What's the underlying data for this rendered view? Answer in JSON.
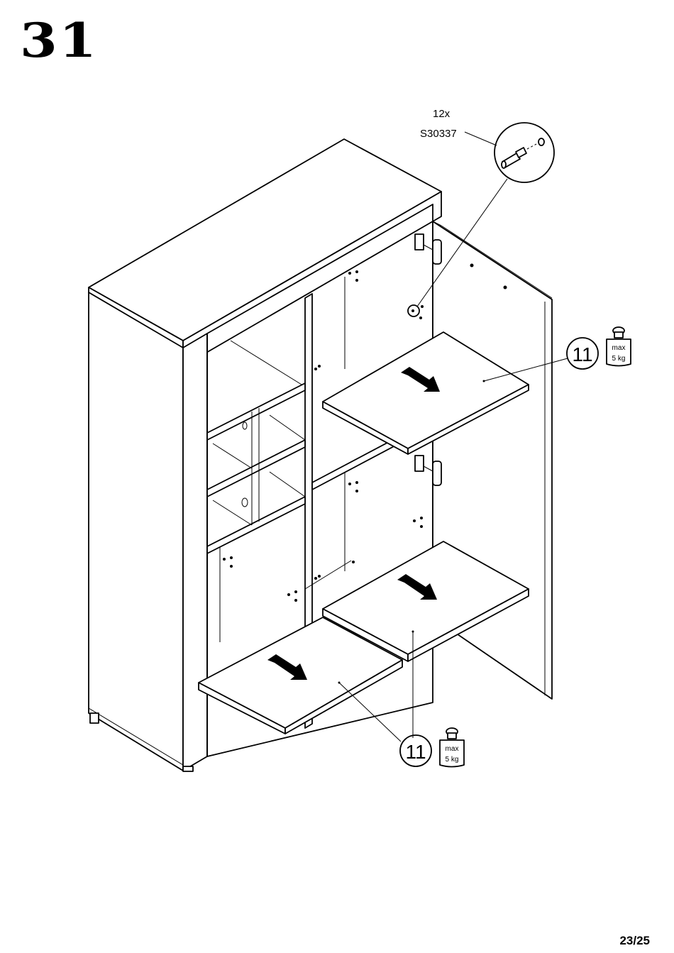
{
  "header": {
    "step_number": "31"
  },
  "footer": {
    "page_number": "23/25"
  },
  "callout": {
    "quantity": "12x",
    "part_code": "S30337"
  },
  "shelves": {
    "part_number": "11"
  },
  "weight_limit": {
    "line1": "max",
    "line2": "5 kg"
  }
}
